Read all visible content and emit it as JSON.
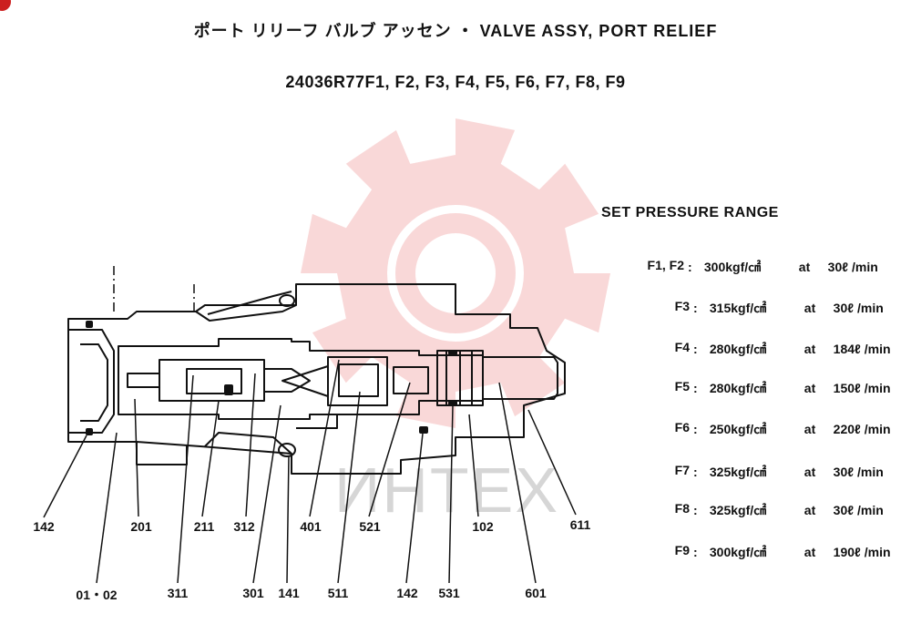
{
  "header": {
    "title": "ポート リリーフ バルブ アッセン ・ VALVE ASSY, PORT RELIEF",
    "part_numbers": "24036R77F1, F2, F3, F4, F5, F6, F7, F8, F9"
  },
  "watermark": {
    "text": "ИHTEX",
    "gear_color": "#f4b8b8"
  },
  "callouts": [
    {
      "id": "c142a",
      "label": "142"
    },
    {
      "id": "c201",
      "label": "201"
    },
    {
      "id": "c211",
      "label": "211"
    },
    {
      "id": "c312",
      "label": "312"
    },
    {
      "id": "c401",
      "label": "401"
    },
    {
      "id": "c521",
      "label": "521"
    },
    {
      "id": "c102",
      "label": "102"
    },
    {
      "id": "c611",
      "label": "611"
    },
    {
      "id": "c0102",
      "label": "01・02"
    },
    {
      "id": "c311",
      "label": "311"
    },
    {
      "id": "c301",
      "label": "301"
    },
    {
      "id": "c141",
      "label": "141"
    },
    {
      "id": "c511",
      "label": "511"
    },
    {
      "id": "c142b",
      "label": "142"
    },
    {
      "id": "c531",
      "label": "531"
    },
    {
      "id": "c601",
      "label": "601"
    }
  ],
  "spec": {
    "title": "SET PRESSURE RANGE",
    "rows": [
      {
        "code": "F1, F2",
        "sep": ":",
        "pressure": "300kgf/㎠",
        "at": "at",
        "flow": "30ℓ /min"
      },
      {
        "code": "F3",
        "sep": ":",
        "pressure": "315kgf/㎠",
        "at": "at",
        "flow": "30ℓ /min"
      },
      {
        "code": "F4",
        "sep": ":",
        "pressure": "280kgf/㎠",
        "at": "at",
        "flow": "184ℓ /min"
      },
      {
        "code": "F5",
        "sep": ":",
        "pressure": "280kgf/㎠",
        "at": "at",
        "flow": "150ℓ /min"
      },
      {
        "code": "F6",
        "sep": ":",
        "pressure": "250kgf/㎠",
        "at": "at",
        "flow": "220ℓ /min"
      },
      {
        "code": "F7",
        "sep": ":",
        "pressure": "325kgf/㎠",
        "at": "at",
        "flow": "30ℓ /min"
      },
      {
        "code": "F8",
        "sep": ":",
        "pressure": "325kgf/㎠",
        "at": "at",
        "flow": "30ℓ /min"
      },
      {
        "code": "F9",
        "sep": ":",
        "pressure": "300kgf/㎠",
        "at": "at",
        "flow": "190ℓ /min"
      }
    ]
  }
}
